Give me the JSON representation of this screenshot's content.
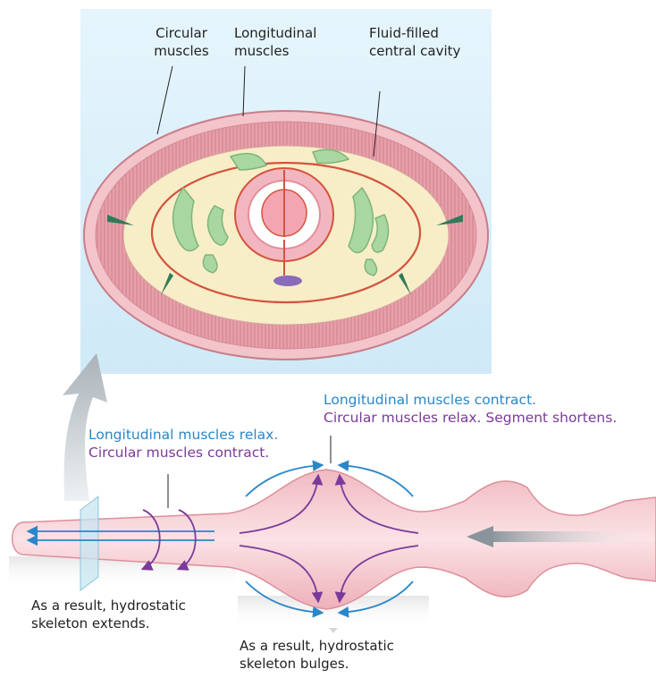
{
  "labels": {
    "circular_muscles": [
      "Circular",
      "muscles"
    ],
    "longitudinal_muscles": [
      "Longitudinal",
      "muscles"
    ],
    "fluid_cavity": [
      "Fluid-filled",
      "central cavity"
    ]
  },
  "left_phase": {
    "line1": "Longitudinal muscles relax.",
    "line2": "Circular muscles contract.",
    "line1_color": "#2a86c8",
    "line2_color": "#7b3a9a"
  },
  "right_phase": {
    "line1": "Longitudinal muscles contract.",
    "line2": "Circular muscles relax. Segment shortens.",
    "line1_color": "#2a86c8",
    "line2_color": "#7b3a9a"
  },
  "results": {
    "extends": [
      "As a result, hydrostatic",
      "skeleton extends."
    ],
    "bulges": [
      "As a result, hydrostatic",
      "skeleton bulges."
    ]
  },
  "colors": {
    "panel_bg": "#dff1fb",
    "muscle_pink": "#e8a2ac",
    "cavity_yellow": "#f7eec8",
    "gut_green": "#a9d7a1",
    "contract_arrow": "#2a86c8",
    "relax_arrow": "#7b3a9a"
  }
}
